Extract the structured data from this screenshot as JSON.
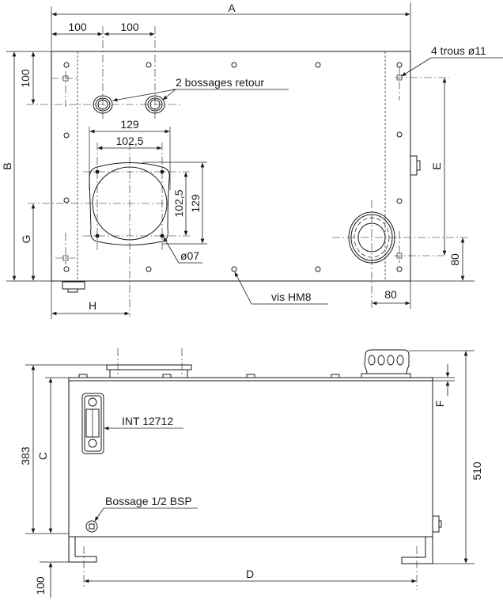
{
  "top_view": {
    "dim_A": "A",
    "dim_100_left": "100",
    "dim_100_right": "100",
    "dim_B": "B",
    "dim_100_vertical": "100",
    "dim_G": "G",
    "dim_H": "H",
    "dim_E": "E",
    "dim_80_vertical": "80",
    "dim_80_horizontal": "80",
    "dim_129_horizontal": "129",
    "dim_1025_horizontal": "102,5",
    "dim_1025_vertical": "102,5",
    "dim_129_vertical": "129",
    "label_holes": "4 trous ø11",
    "label_return_bosses": "2 bossages retour",
    "label_bolt_hole": "ø07",
    "label_screws": "vis HM8"
  },
  "side_view": {
    "dim_383": "383",
    "dim_C": "C",
    "dim_100": "100",
    "dim_D": "D",
    "dim_510": "510",
    "dim_F": "F",
    "label_level_gauge": "INT 12712",
    "label_boss": "Bossage 1/2 BSP"
  }
}
